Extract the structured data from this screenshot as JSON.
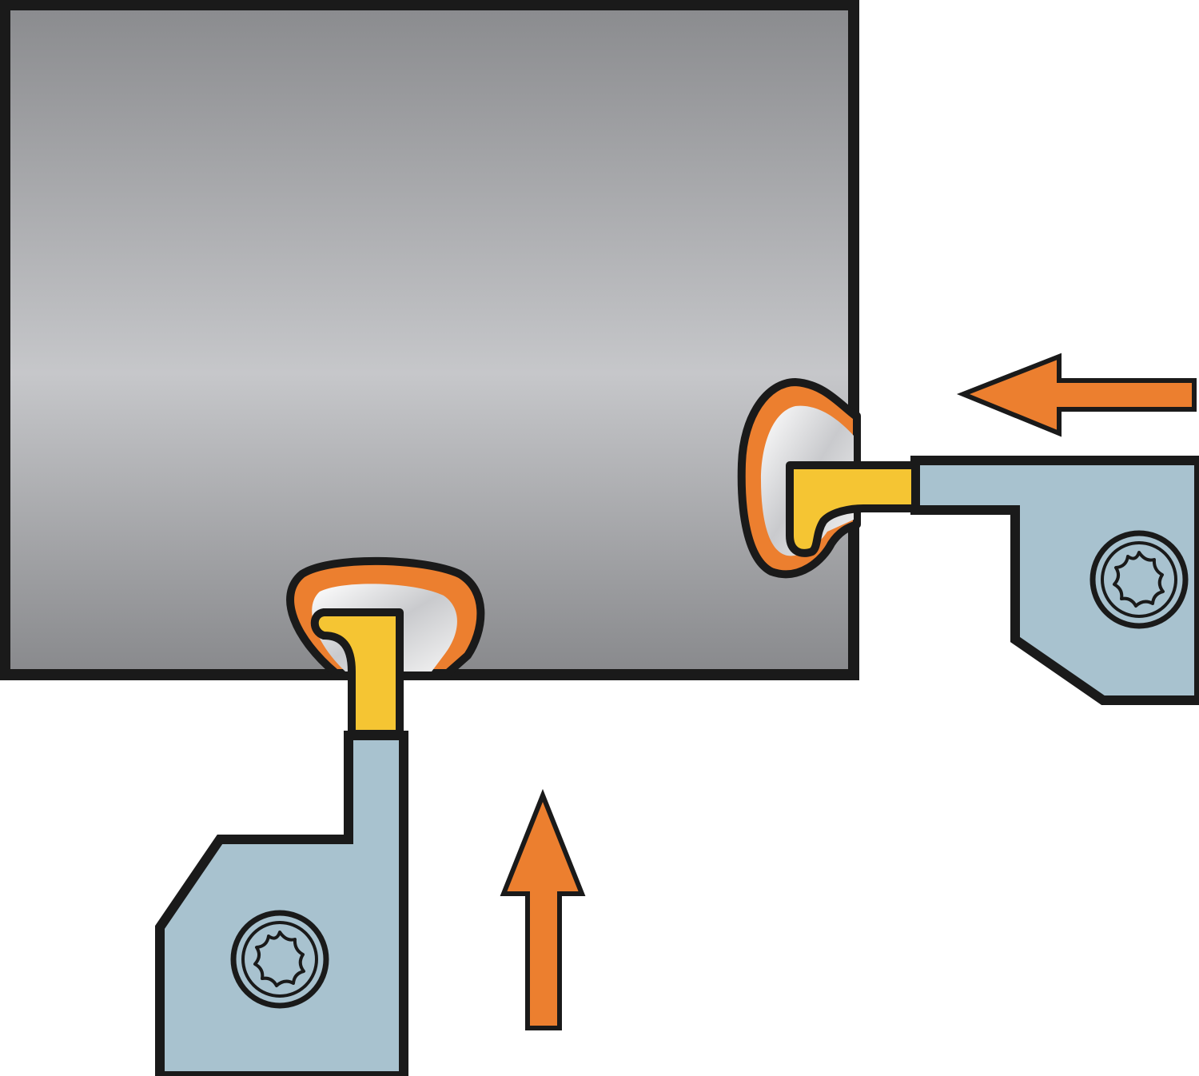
{
  "diagram": {
    "description_type": "grooving-turning-illustration",
    "colors": {
      "outline": "#1a1a1a",
      "workpiece_dark": "#8a8b8e",
      "workpiece_light": "#c6c7ca",
      "holder": "#a8c2cf",
      "insert": "#f5c533",
      "chip": "#ec7f2f",
      "chip_highlight": "#dcdde0",
      "arrow": "#ec7f2f",
      "background": "#ffffff"
    },
    "elements": [
      {
        "name": "workpiece",
        "kind": "stock"
      },
      {
        "name": "radial-tool-holder",
        "kind": "holder"
      },
      {
        "name": "radial-insert",
        "kind": "insert"
      },
      {
        "name": "radial-chip",
        "kind": "chip"
      },
      {
        "name": "axial-tool-holder",
        "kind": "holder"
      },
      {
        "name": "axial-insert",
        "kind": "insert"
      },
      {
        "name": "axial-chip",
        "kind": "chip"
      },
      {
        "name": "radial-feed-arrow",
        "kind": "feed-direction",
        "direction": "up"
      },
      {
        "name": "axial-feed-arrow",
        "kind": "feed-direction",
        "direction": "left"
      },
      {
        "name": "radial-clamp-screw-icon",
        "kind": "torx-screw"
      },
      {
        "name": "axial-clamp-screw-icon",
        "kind": "torx-screw"
      }
    ]
  }
}
